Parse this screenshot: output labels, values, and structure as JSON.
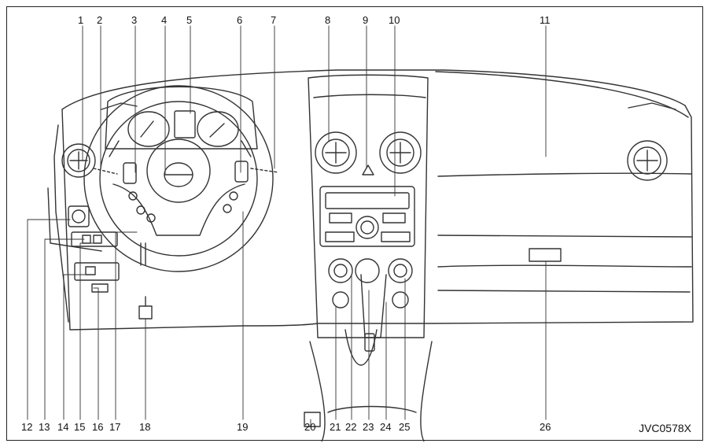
{
  "figure": {
    "code": "JVC0578X",
    "top_callouts": [
      "1",
      "2",
      "3",
      "4",
      "5",
      "6",
      "7",
      "8",
      "9",
      "10",
      "11"
    ],
    "bottom_callouts": [
      "12",
      "13",
      "14",
      "15",
      "16",
      "17",
      "18",
      "19",
      "20",
      "21",
      "22",
      "23",
      "24",
      "25",
      "26"
    ]
  }
}
